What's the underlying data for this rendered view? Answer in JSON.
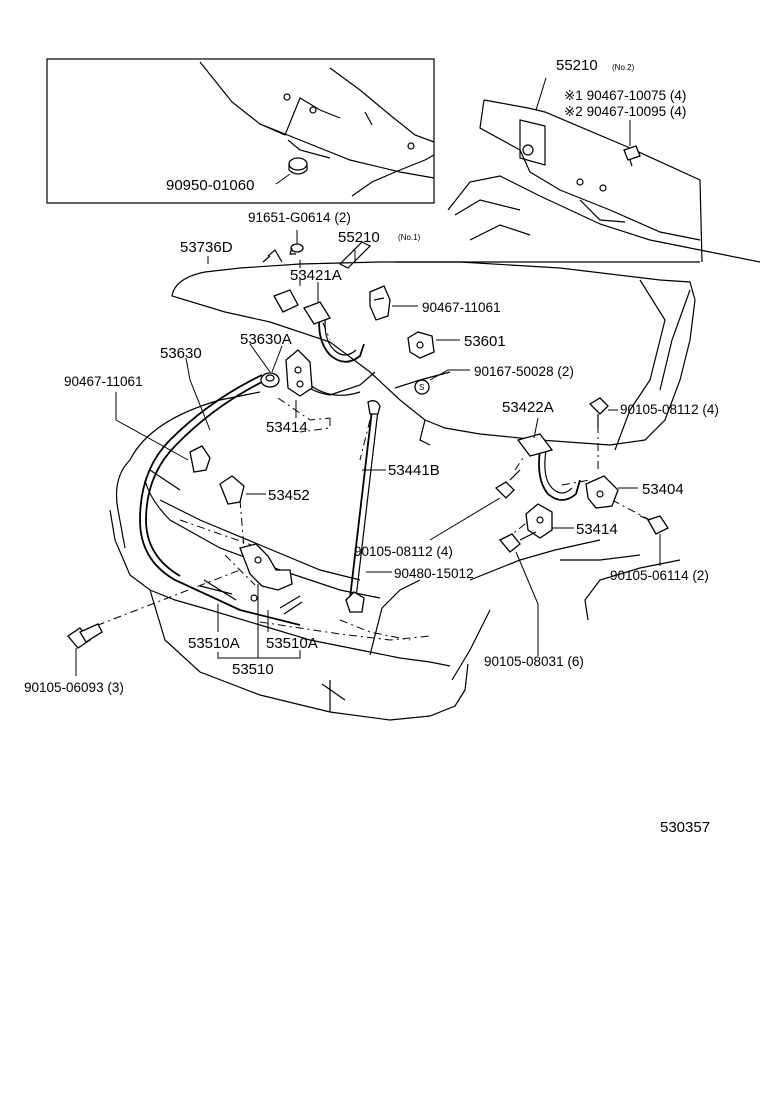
{
  "parts": {
    "p55210_no2": "55210",
    "p55210_no2_tag": "(No.2)",
    "p90467_10075": "※1 90467-10075 (4)",
    "p90467_10095": "※2 90467-10095 (4)",
    "p90950_01060": "90950-01060",
    "p91651_g0614": "91651-G0614 (2)",
    "p55210_no1": "55210",
    "p55210_no1_tag": "(No.1)",
    "p53736d": "53736D",
    "p53421a": "53421A",
    "p90467_11061_top": "90467-11061",
    "p53601": "53601",
    "p53630a": "53630A",
    "p53630": "53630",
    "p90167_50028": "90167-50028 (2)",
    "p90467_11061_left": "90467-11061",
    "p53422a": "53422A",
    "p90105_08112_top": "90105-08112 (4)",
    "p53414_mid": "53414",
    "p53441b": "53441B",
    "p53404": "53404",
    "p53452": "53452",
    "p90105_08112_bottom": "90105-08112 (4)",
    "p53414_right": "53414",
    "p90105_06114": "90105-06114 (2)",
    "p90480_15012": "90480-15012",
    "p53510a_left": "53510A",
    "p53510a_right": "53510A",
    "p53510": "53510",
    "p90105_06093": "90105-06093 (3)",
    "p90105_08031": "90105-08031 (6)",
    "s_marker": "S"
  },
  "diagram_code": "530357"
}
